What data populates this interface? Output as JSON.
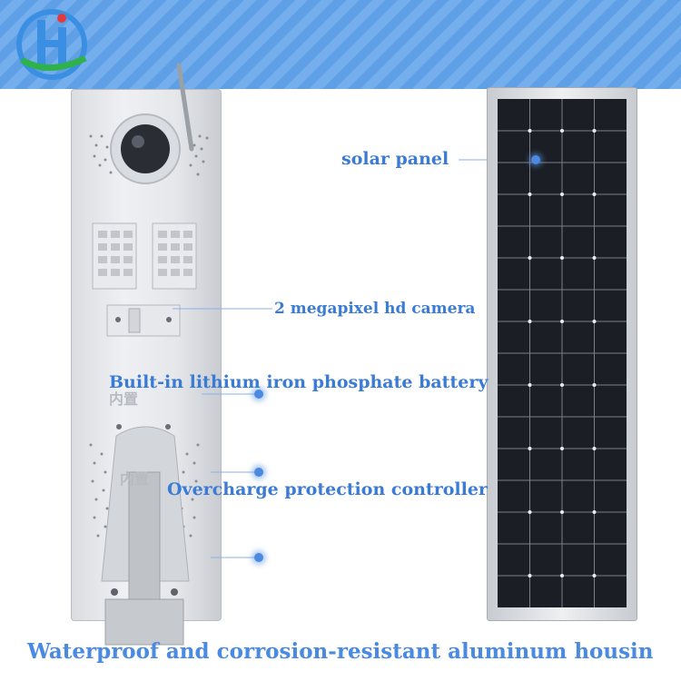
{
  "labels": {
    "solar_panel": "solar panel",
    "camera": "2 megapixel hd camera",
    "battery": "Built-in lithium iron phosphate battery",
    "controller": "Overcharge protection controller"
  },
  "caption": "Waterproof and corrosion-resistant aluminum housin",
  "stamp_text": "内置",
  "colors": {
    "accent": "#3a7bd5",
    "header_band": "#5f9fe6",
    "logo_blue": "#3b8fe3",
    "logo_green": "#2fb24c",
    "cell": "#1b1e24"
  }
}
